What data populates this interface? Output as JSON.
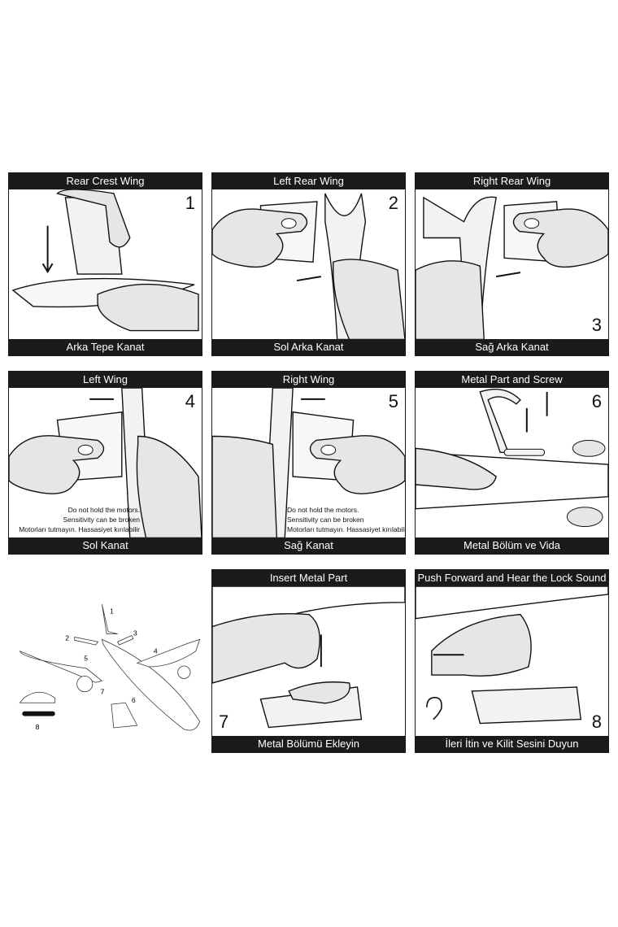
{
  "steps": [
    {
      "number": "1",
      "title": "Rear Crest Wing",
      "subtitle": "Arka Tepe Kanat"
    },
    {
      "number": "2",
      "title": "Left Rear Wing",
      "subtitle": "Sol Arka Kanat"
    },
    {
      "number": "3",
      "title": "Right Rear Wing",
      "subtitle": "Sağ Arka Kanat"
    },
    {
      "number": "4",
      "title": "Left Wing",
      "subtitle": "Sol Kanat",
      "note": [
        "Do not hold the motors.",
        "Sensitivity can be broken",
        "Motorları tutmayın. Hassasiyet kırılabilir"
      ]
    },
    {
      "number": "5",
      "title": "Right Wing",
      "subtitle": "Sağ Kanat",
      "note": [
        "Do not hold the motors.",
        "Sensitivity can be broken",
        "Motorları tutmayın. Hassasiyet kırılabilir"
      ]
    },
    {
      "number": "6",
      "title": "Metal Part and Screw",
      "subtitle": "Metal Bölüm ve Vida"
    },
    {
      "number": "7",
      "title": "Insert Metal Part",
      "subtitle": "Metal Bölümü Ekleyin"
    },
    {
      "number": "8",
      "title": "Push Forward and Hear the Lock Sound",
      "subtitle": "İleri İtin ve Kilit Sesini Duyun"
    }
  ],
  "overview": {
    "labels": [
      "1",
      "2",
      "3",
      "4",
      "5",
      "6",
      "7",
      "8"
    ]
  }
}
